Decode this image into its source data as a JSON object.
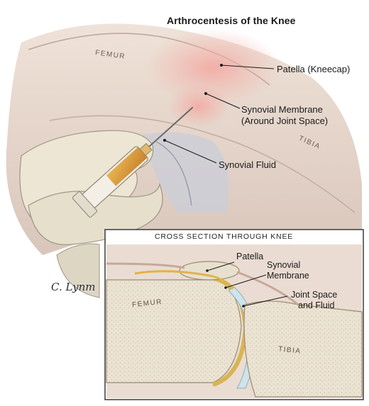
{
  "title": "Arthrocentesis of the Knee",
  "labels": {
    "patella": "Patella (Kneecap)",
    "synovial_membrane_line1": "Synovial Membrane",
    "synovial_membrane_line2": "(Around Joint Space)",
    "synovial_fluid": "Synovial Fluid",
    "femur": "FEMUR",
    "tibia": "TIBIA"
  },
  "inset": {
    "title": "CROSS SECTION THROUGH KNEE",
    "patella": "Patella",
    "synovial_line1": "Synovial",
    "synovial_line2": "Membrane",
    "joint_line1": "Joint Space",
    "joint_line2": "and Fluid",
    "femur": "FEMUR",
    "tibia": "TIBIA"
  },
  "signature": "C. Lynm",
  "colors": {
    "skin": "#e9d6c9",
    "patella_highlight": "#f0b6ad",
    "glove": "#ece5d2",
    "syringe_fluid": "#d69a3c",
    "bone": "#e8dfce",
    "joint_fluid": "#cfe3ea",
    "cartilage": "#d9b451"
  }
}
